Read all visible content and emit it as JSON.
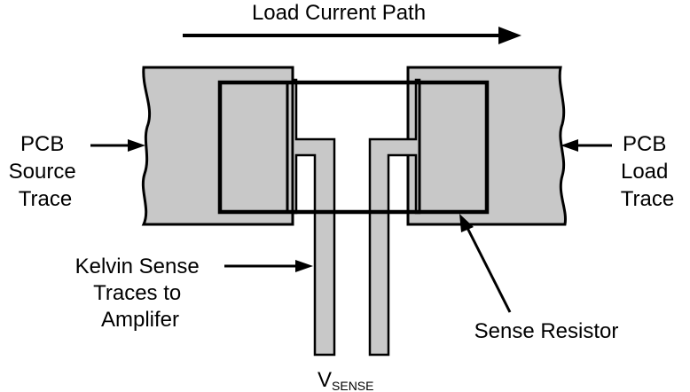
{
  "labels": {
    "load_current_path": "Load Current Path",
    "pcb_source_trace": [
      "PCB",
      "Source",
      "Trace"
    ],
    "pcb_load_trace": [
      "PCB",
      "Load",
      "Trace"
    ],
    "kelvin_sense_traces": [
      "Kelvin Sense",
      "Traces to",
      "Amplifer"
    ],
    "sense_resistor": "Sense Resistor",
    "vsense_main": "V",
    "vsense_sub": "SENSE"
  },
  "colors": {
    "copper_fill": "#c8c8c8",
    "outline": "#000000",
    "background": "#ffffff"
  }
}
